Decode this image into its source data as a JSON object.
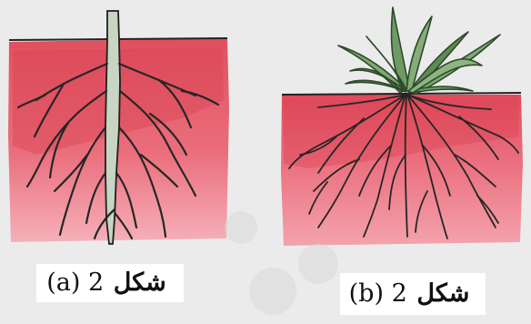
{
  "figures": [
    {
      "id": "a",
      "caption": {
        "word": "شکل",
        "number": "2",
        "label": "(a)"
      },
      "root_type": "tap-root"
    },
    {
      "id": "b",
      "caption": {
        "word": "شکل",
        "number": "2",
        "label": "(b)"
      },
      "root_type": "fibrous-root"
    }
  ],
  "colors": {
    "soil_dark": "#e0505f",
    "soil_light": "#f29aa6",
    "stem": "#c7d5c2",
    "root": "#2b2b2b",
    "leaf": "#6f9a63",
    "leaf_dark": "#3c5e37",
    "background": "#ebebeb",
    "caption_bg": "#ffffff"
  }
}
